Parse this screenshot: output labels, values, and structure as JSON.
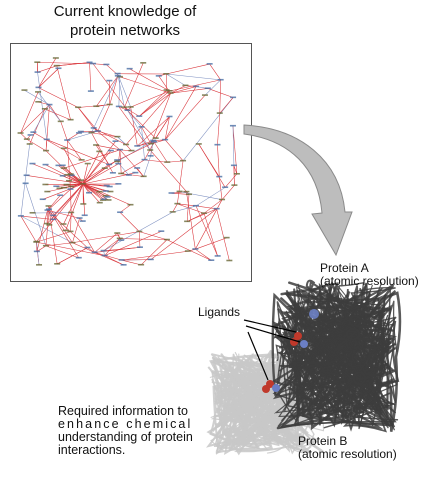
{
  "title": {
    "line1": "Current knowledge of",
    "line2": "protein networks"
  },
  "protein_a": {
    "name": "Protein A",
    "resolution": "(atomic resolution)"
  },
  "protein_b": {
    "name": "Protein B",
    "resolution": "(atomic resolution)"
  },
  "ligands_label": "Ligands",
  "required_info": {
    "line1": "Required information to",
    "line2": "enhance chemical",
    "line3": "understanding of protein",
    "line4": "interactions."
  },
  "colors": {
    "network_edges": "#d9343a",
    "network_nodes": "#4a6fa5",
    "arrow": "#b9b9b9",
    "protein_a": "#3d3d3d",
    "protein_b": "#c8c8c8",
    "ligand_red": "#c0392b",
    "ligand_blue": "#6b7fc4"
  }
}
